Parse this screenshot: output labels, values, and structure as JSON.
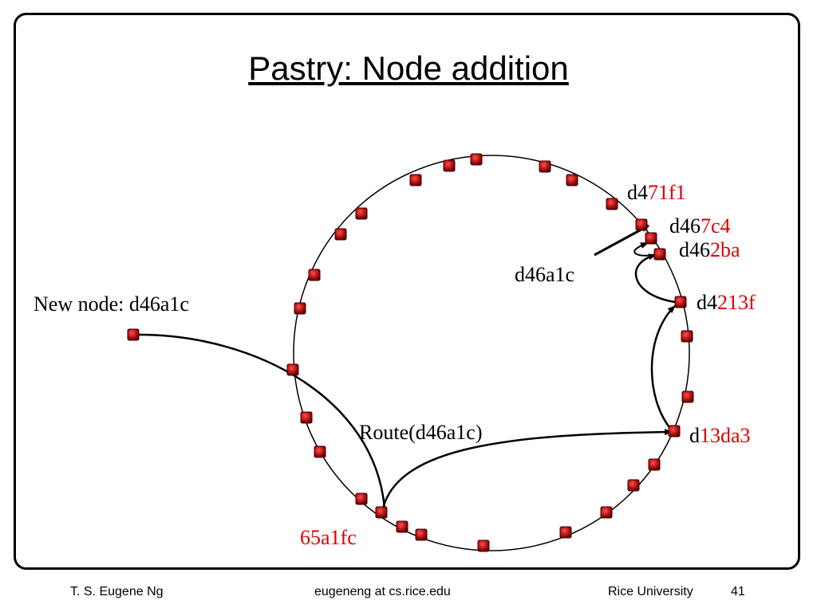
{
  "slide": {
    "title": "Pastry: Node addition"
  },
  "diagram": {
    "new_node_label": "New node: d46a1c",
    "route_label": "Route(d46a1c)",
    "join_pointer_label": "d46a1c",
    "source_node_label": "65a1fc",
    "hops": [
      {
        "prefix": "d",
        "suffix": "13da3"
      },
      {
        "prefix": "d4",
        "suffix": "213f"
      },
      {
        "prefix": "d46",
        "suffix": "2ba"
      },
      {
        "prefix": "d46",
        "suffix": "7c4"
      },
      {
        "prefix": "d4",
        "suffix": "71f1"
      }
    ],
    "colors": {
      "node_fill": "#b01010",
      "highlight_text": "#e00000",
      "line": "#000000"
    }
  },
  "footer": {
    "author": "T. S. Eugene Ng",
    "email": "eugeneng at cs.rice.edu",
    "institution": "Rice University",
    "page": "41"
  }
}
